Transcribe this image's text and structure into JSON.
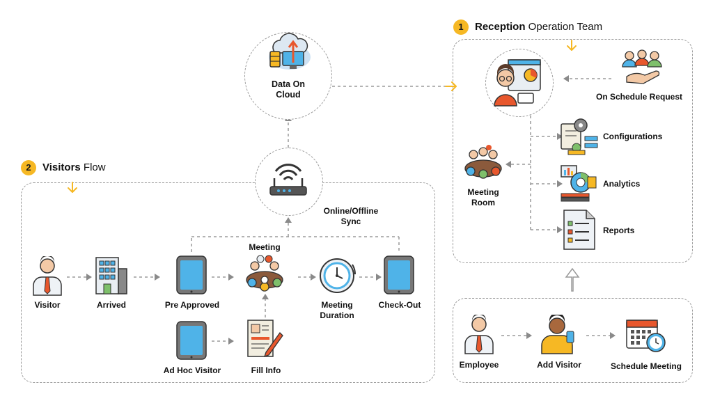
{
  "cloud": {
    "label_line1": "Data On",
    "label_line2": "Cloud"
  },
  "reception": {
    "number": "1",
    "title_bold": "Reception",
    "title_rest": " Operation Team"
  },
  "visitors": {
    "number": "2",
    "title_bold": "Visitors",
    "title_rest": " Flow"
  },
  "reception_items": {
    "on_schedule": "On Schedule Request",
    "configurations": "Configurations",
    "analytics": "Analytics",
    "reports": "Reports",
    "meeting_room_line1": "Meeting",
    "meeting_room_line2": "Room"
  },
  "sync": {
    "line1": "Online/Offline",
    "line2": "Sync"
  },
  "flow": {
    "visitor": "Visitor",
    "arrived": "Arrived",
    "pre_approved": "Pre Approved",
    "meeting": "Meeting",
    "meeting_duration_line1": "Meeting",
    "meeting_duration_line2": "Duration",
    "check_out": "Check-Out",
    "ad_hoc": "Ad Hoc Visitor",
    "fill_info": "Fill Info"
  },
  "employee_flow": {
    "employee": "Employee",
    "add_visitor": "Add Visitor",
    "schedule_meeting": "Schedule Meeting"
  },
  "colors": {
    "accent": "#f6b824",
    "dash": "#9a9a9a",
    "tablet": "#4fb3e8",
    "outline": "#333333"
  }
}
